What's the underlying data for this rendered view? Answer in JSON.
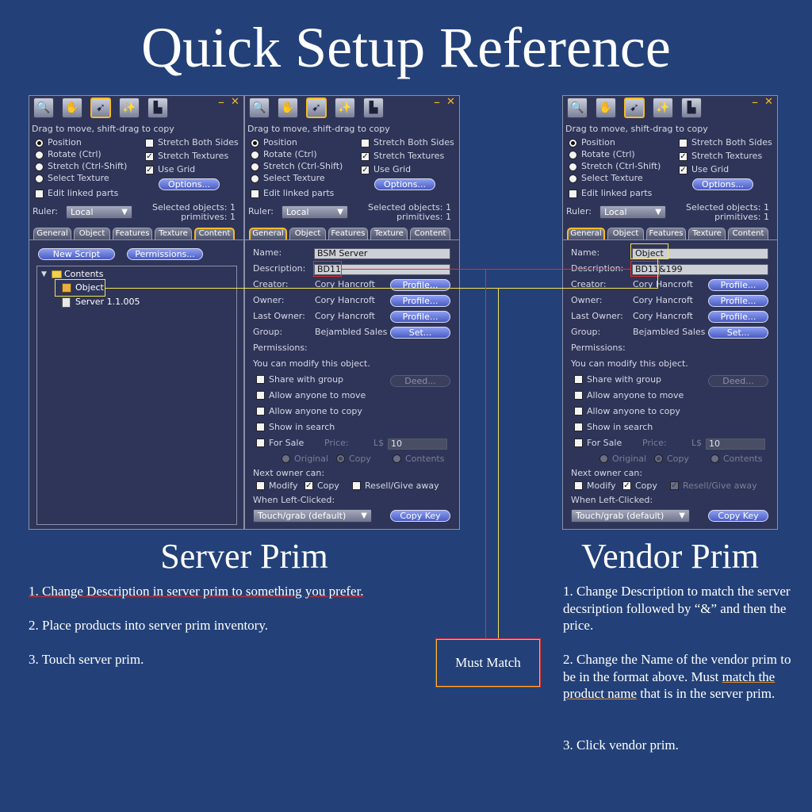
{
  "title": "Quick Setup Reference",
  "common": {
    "drag_hint": "Drag to move, shift-drag to copy",
    "modes": [
      "Position",
      "Rotate (Ctrl)",
      "Stretch (Ctrl-Shift)",
      "Select Texture"
    ],
    "checks": [
      "Stretch Both Sides",
      "Stretch Textures",
      "Use Grid"
    ],
    "options_label": "Options...",
    "edit_linked": "Edit linked parts",
    "ruler_label": "Ruler:",
    "ruler_value": "Local",
    "selected_objects": "Selected objects: 1",
    "primitives": "primitives: 1",
    "tabs": [
      "General",
      "Object",
      "Features",
      "Texture",
      "Content"
    ],
    "minimize_glyph": "–",
    "close_glyph": "✕",
    "chevron_glyph": "▼"
  },
  "content_panel": {
    "new_script": "New Script",
    "permissions": "Permissions...",
    "root": "Contents",
    "items": [
      "Object",
      "Server 1.1.005"
    ]
  },
  "general": {
    "labels": {
      "name": "Name:",
      "description": "Description:",
      "creator": "Creator:",
      "owner": "Owner:",
      "last_owner": "Last Owner:",
      "group": "Group:",
      "permissions": "Permissions:",
      "next_owner": "Next owner can:",
      "when_clicked": "When Left-Clicked:",
      "price": "Price:",
      "currency": "L$"
    },
    "creator": "Cory Hancroft",
    "owner": "Cory Hancroft",
    "last_owner": "Cory Hancroft",
    "group": "Bejambled Sales",
    "profile": "Profile...",
    "set": "Set...",
    "deed": "Deed...",
    "modify_text": "You can modify this object.",
    "share": "Share with group",
    "move": "Allow anyone to move",
    "copy_anyone": "Allow anyone to copy",
    "search": "Show in search",
    "for_sale": "For Sale",
    "price_value": "10",
    "sale_types": [
      "Original",
      "Copy",
      "Contents"
    ],
    "next_perms": [
      "Modify",
      "Copy",
      "Resell/Give away"
    ],
    "click_action": "Touch/grab (default)",
    "copy_key": "Copy Key"
  },
  "server_prim": {
    "name": "BSM Server",
    "description": "BD11",
    "caption": "Server Prim",
    "steps": [
      "1. Change Description in server prim to something you prefer.",
      "2. Place products into server prim inventory.",
      "3. Touch server prim."
    ]
  },
  "vendor_prim": {
    "name": "Object",
    "description": "BD11&199",
    "caption": "Vendor Prim",
    "step1": "1. Change Description to match the server decsription followed by “&” and then the price.",
    "step2_pre": "2. Change the Name of the vendor prim to be in the format above. Must ",
    "step2_ul": "match the product name",
    "step2_post": " that is in the server prim.",
    "step3": "3. Click vendor prim."
  },
  "must_match": "Must Match",
  "icons": {
    "tools": [
      "magnifier-icon",
      "hand-icon",
      "pointer-icon",
      "magic-wand-icon",
      "bulldozer-icon"
    ],
    "tool_glyphs": [
      "🔍",
      "✋",
      "➹",
      "✨",
      "▙"
    ]
  },
  "colors": {
    "background": "#234178",
    "panel": "#2f3558",
    "accent": "#f2bb2a",
    "button": "#6a7be0",
    "highlight_yellow": "#f2e25a",
    "highlight_red": "#e03030"
  }
}
